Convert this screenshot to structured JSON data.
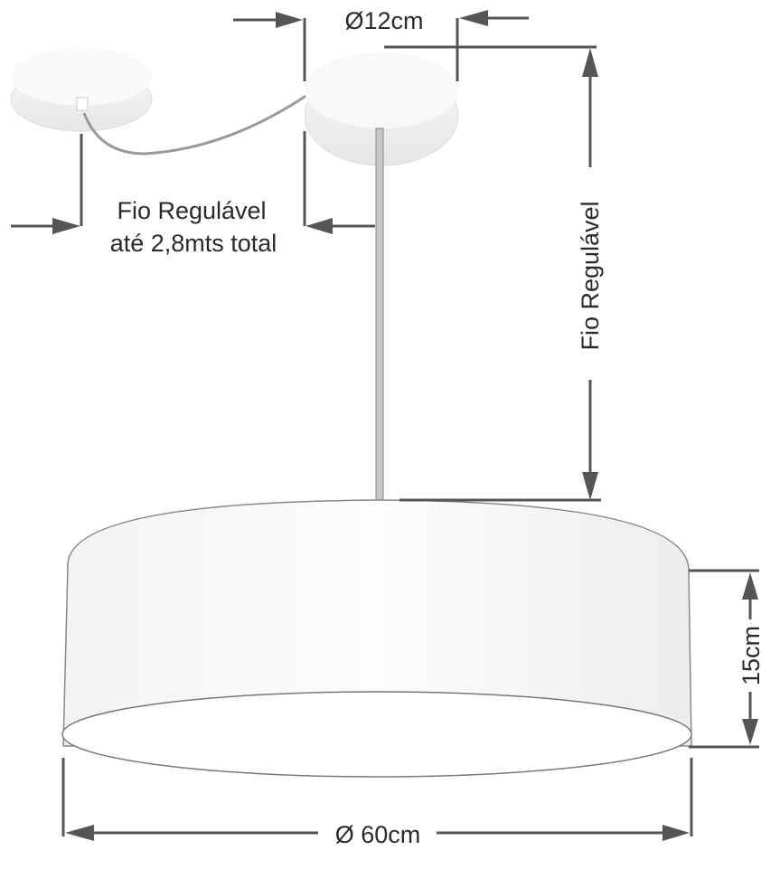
{
  "labels": {
    "canopy_diameter": "Ø12cm",
    "cable_horizontal_line1": "Fio Regulável",
    "cable_horizontal_line2": "até 2,8mts total",
    "cable_vertical": "Fio Regulável",
    "shade_height": "15cm",
    "shade_diameter": "Ø 60cm"
  },
  "colors": {
    "dimension": "#555555",
    "text": "#2a2a2a"
  }
}
